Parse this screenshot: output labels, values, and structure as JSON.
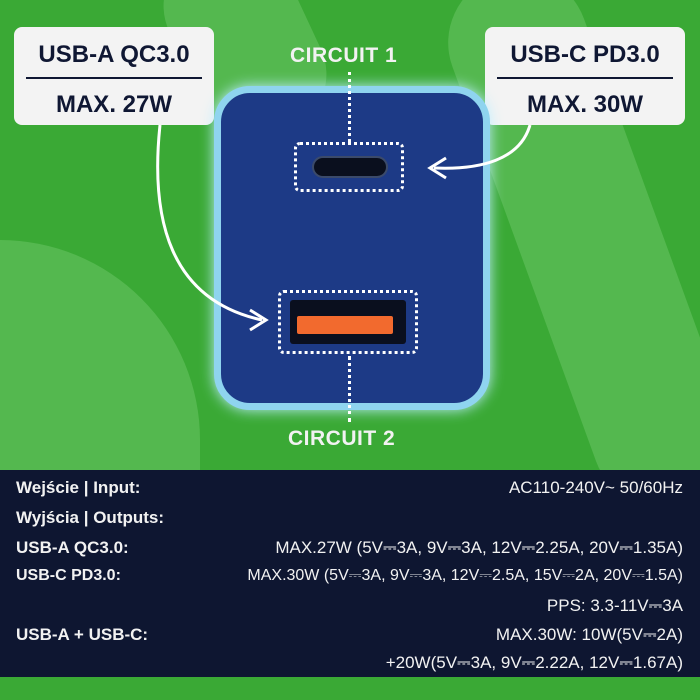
{
  "labels": {
    "usb_a": {
      "title": "USB-A QC3.0",
      "power": "MAX. 27W"
    },
    "usb_c": {
      "title": "USB-C PD3.0",
      "power": "MAX. 30W"
    },
    "circuit1": "CIRCUIT 1",
    "circuit2": "CIRCUIT 2"
  },
  "specs": {
    "input_label": "Wejście | Input:",
    "input_value": "AC110-240V~ 50/60Hz",
    "outputs_label": "Wyjścia | Outputs:",
    "usb_a_label": "USB-A QC3.0:",
    "usb_a_value": "MAX.27W (5V⎓3A, 9V⎓3A, 12V⎓2.25A, 20V⎓1.35A)",
    "usb_c_label": "USB-C PD3.0:",
    "usb_c_value": "MAX.30W (5V⎓3A, 9V⎓3A, 12V⎓2.5A, 15V⎓2A, 20V⎓1.5A)",
    "pps_value": "PPS: 3.3-11V⎓3A",
    "combo_label": "USB-A + USB-C:",
    "combo_value1": "MAX.30W: 10W(5V⎓2A)",
    "combo_value2": "+20W(5V⎓3A, 9V⎓2.22A, 12V⎓1.67A)"
  }
}
